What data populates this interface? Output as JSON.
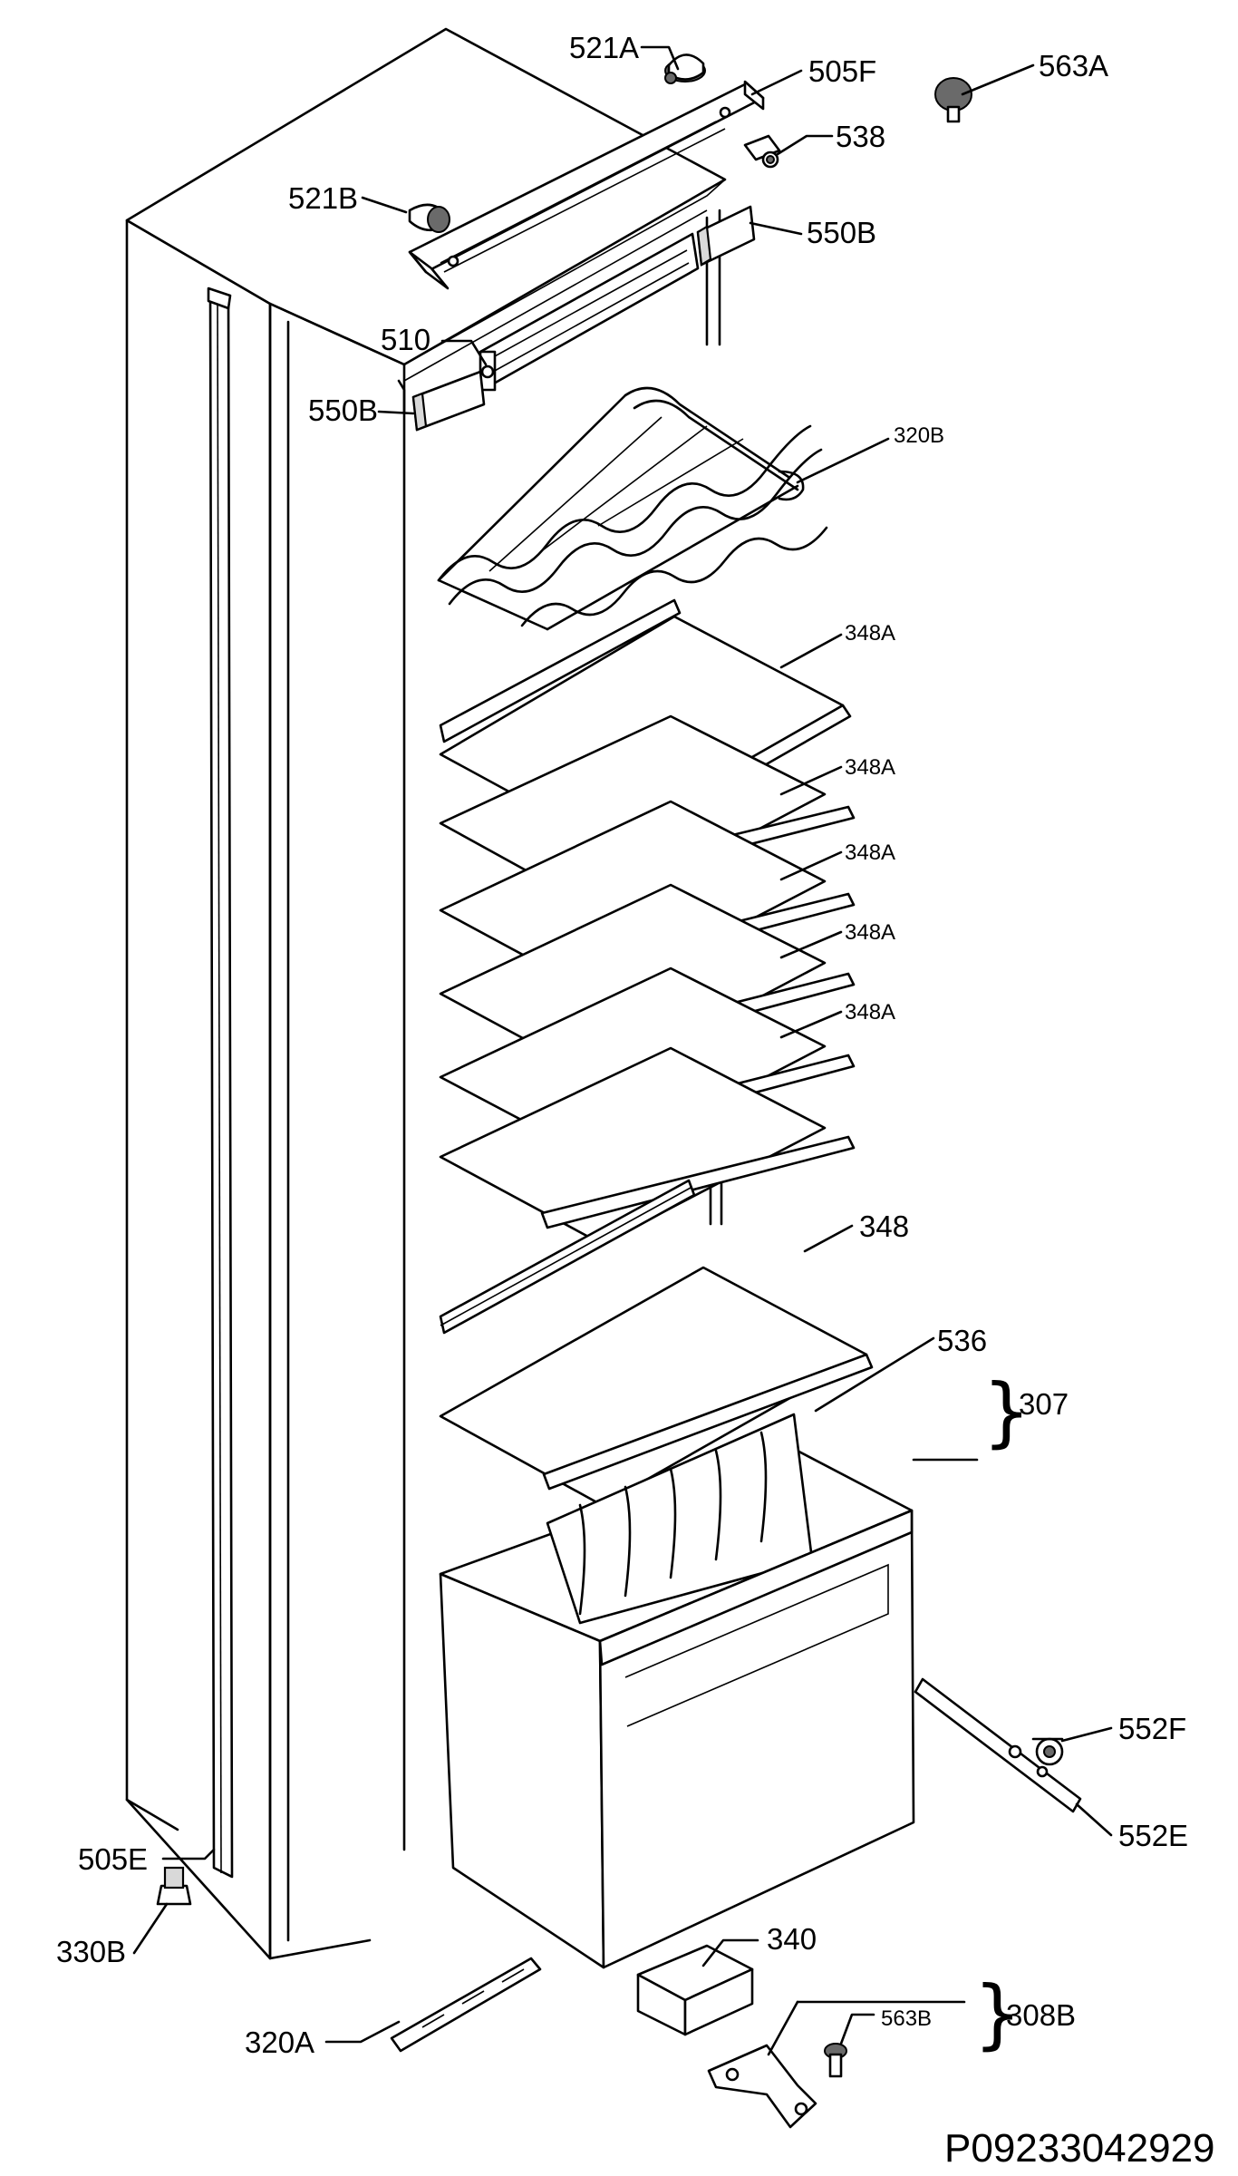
{
  "labels": {
    "l521a": "521A",
    "l505f": "505F",
    "l563a": "563A",
    "l538": "538",
    "l521b": "521B",
    "l550b_top": "550B",
    "l510": "510",
    "l550b_left": "550B",
    "l320b": "320B",
    "l348a_1": "348A",
    "l348a_2": "348A",
    "l348a_3": "348A",
    "l348a_4": "348A",
    "l348a_5": "348A",
    "l348": "348",
    "l536": "536",
    "l307": "307",
    "l552f": "552F",
    "l552e": "552E",
    "l505e": "505E",
    "l330b": "330B",
    "l340": "340",
    "l563b": "563B",
    "l308b": "308B",
    "l320a": "320A"
  },
  "drawing_id": "P09233042929"
}
